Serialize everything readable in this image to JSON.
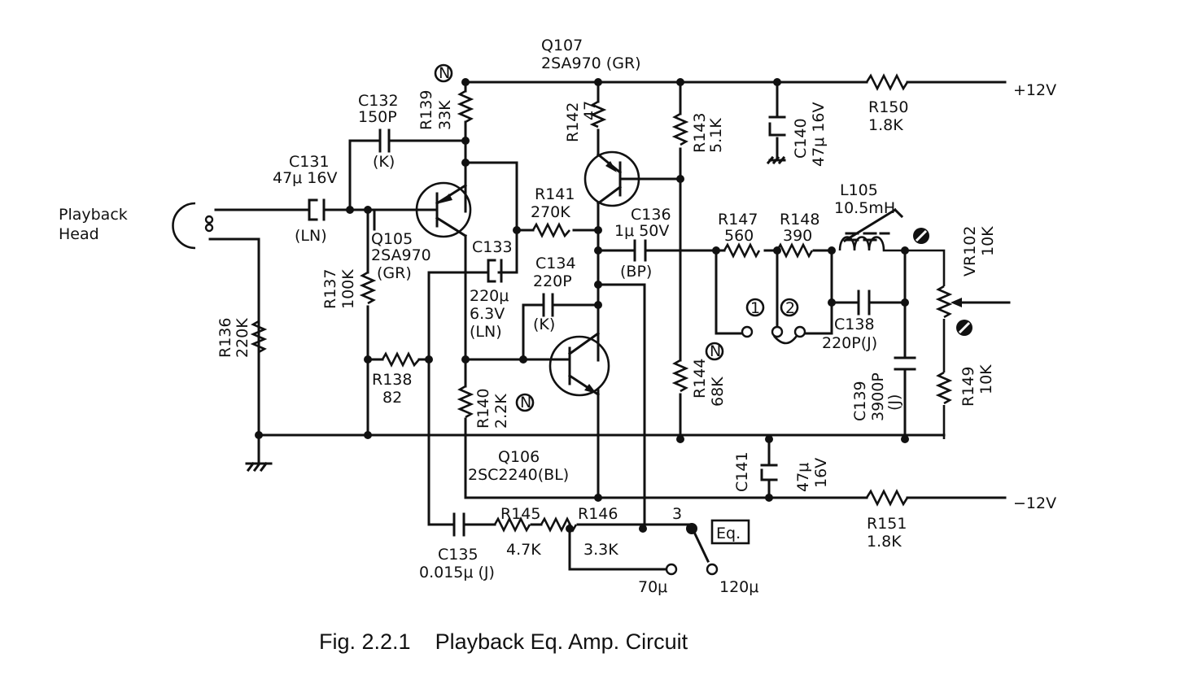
{
  "caption": "Fig. 2.2.1    Playback Eq. Amp. Circuit",
  "input": {
    "line1": "Playback",
    "line2": "Head"
  },
  "rails": {
    "positive": "+12V",
    "negative": "−12V"
  },
  "marks": {
    "n": "N",
    "one": "1",
    "two": "2",
    "three": "3",
    "eq": "Eq.",
    "t70": "70μ",
    "t120": "120μ"
  },
  "components": {
    "c131": {
      "ref": "C131",
      "val": "47μ 16V",
      "type": "(LN)"
    },
    "c132": {
      "ref": "C132",
      "val": "150P",
      "type": "(K)"
    },
    "r139": {
      "ref": "R139",
      "val": "33K"
    },
    "q105": {
      "ref": "Q105",
      "part": "2SA970",
      "grade": "(GR)"
    },
    "q107": {
      "ref": "Q107",
      "part": "2SA970 (GR)"
    },
    "r142": {
      "ref": "R142",
      "val": "47"
    },
    "r143": {
      "ref": "R143",
      "val": "5.1K"
    },
    "c140": {
      "ref": "C140",
      "val": "47μ 16V"
    },
    "r150": {
      "ref": "R150",
      "val": "1.8K"
    },
    "r141": {
      "ref": "R141",
      "val": "270K"
    },
    "c136": {
      "ref": "C136",
      "val": "1μ 50V",
      "type": "(BP)"
    },
    "c133": {
      "ref": "C133",
      "val": "220μ",
      "volt": "6.3V",
      "type": "(LN)"
    },
    "c134": {
      "ref": "C134",
      "val": "220P",
      "type": "(K)"
    },
    "r137": {
      "ref": "R137",
      "val": "100K"
    },
    "r136": {
      "ref": "R136",
      "val": "220K"
    },
    "r138": {
      "ref": "R138",
      "val": "82"
    },
    "r140": {
      "ref": "R140",
      "val": "2.2K"
    },
    "q106": {
      "ref": "Q106",
      "part": "2SC2240(BL)"
    },
    "r144": {
      "ref": "R144",
      "val": "68K"
    },
    "r147": {
      "ref": "R147",
      "val": "560"
    },
    "r148": {
      "ref": "R148",
      "val": "390"
    },
    "l105": {
      "ref": "L105",
      "val": "10.5mH"
    },
    "vr102": {
      "ref": "VR102",
      "val": "10K"
    },
    "c138": {
      "ref": "C138",
      "val": "220P(J)"
    },
    "c139": {
      "ref": "C139",
      "val": "3900P",
      "type": "(J)"
    },
    "r149": {
      "ref": "R149",
      "val": "10K"
    },
    "c141": {
      "ref": "C141",
      "val": "47μ",
      "volt": "16V"
    },
    "r151": {
      "ref": "R151",
      "val": "1.8K"
    },
    "c135": {
      "ref": "C135",
      "val": "0.015μ (J)"
    },
    "r145": {
      "ref": "R145",
      "val": "4.7K"
    },
    "r146": {
      "ref": "R146",
      "val": "3.3K"
    }
  }
}
